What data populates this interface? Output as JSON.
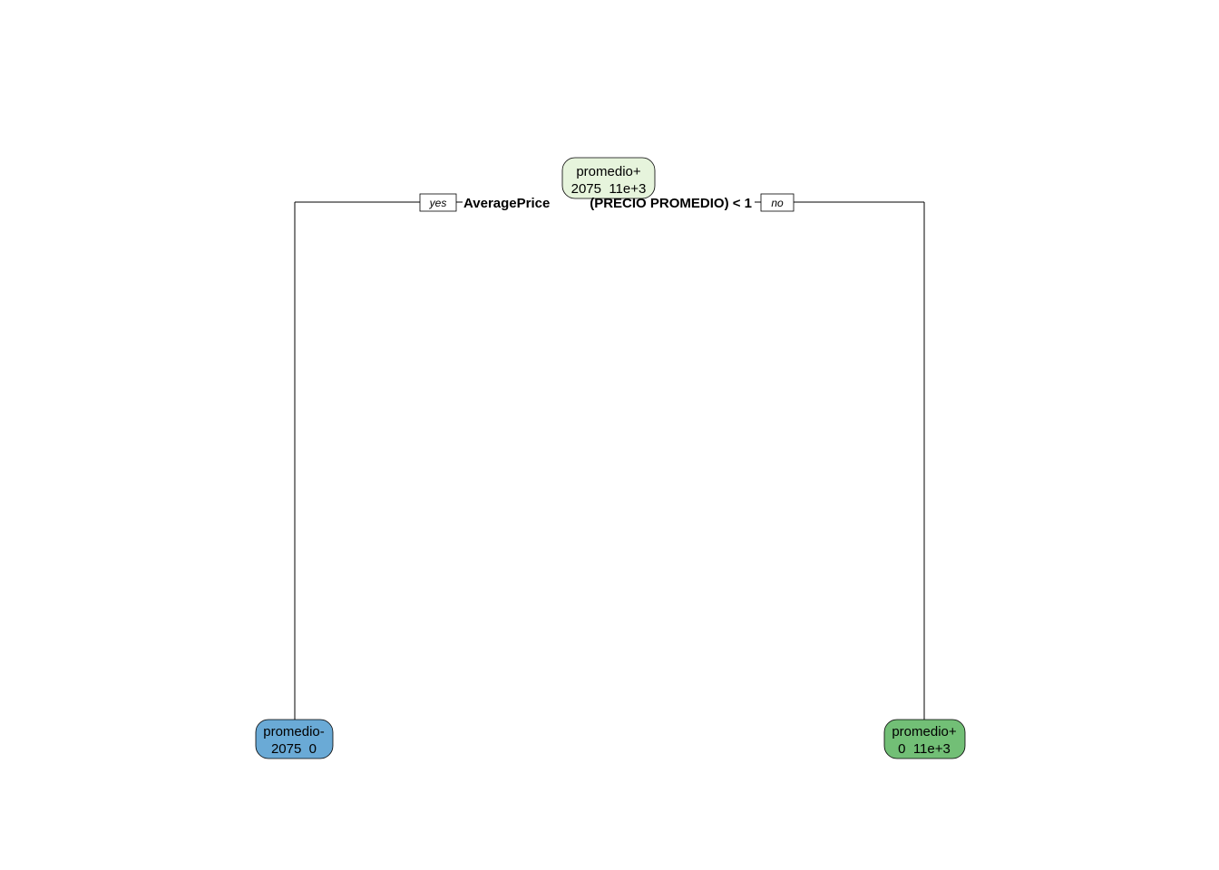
{
  "tree": {
    "split": {
      "variable": "AveragePrice",
      "condition": "(PRECIO PROMEDIO) < 1"
    },
    "branches": {
      "yes_label": "yes",
      "no_label": "no"
    },
    "root": {
      "class": "promedio+",
      "counts": "2075  11e+3",
      "color": "#e6f4dc"
    },
    "left_leaf": {
      "class": "promedio-",
      "counts": "2075  0",
      "color": "#6aaad6"
    },
    "right_leaf": {
      "class": "promedio+",
      "counts": "0  11e+3",
      "color": "#72bf76"
    }
  }
}
